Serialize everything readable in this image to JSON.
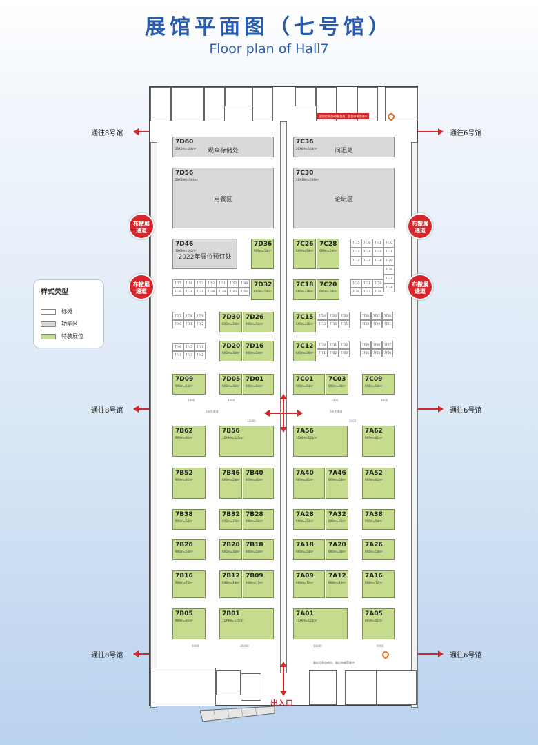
{
  "header": {
    "title_cn": "展馆平面图（七号馆）",
    "title_en": "Floor plan of Hall7"
  },
  "colors": {
    "accent": "#2a5db0",
    "special_booth": "#c5dc8e",
    "function_area": "#d9d9d9",
    "arrow": "#d6262b"
  },
  "links": {
    "to_hall8": "通往8号馆",
    "to_hall6": "通往6号馆"
  },
  "badges": {
    "setup_channel": "布撤展\n通道"
  },
  "legend": {
    "title": "样式类型",
    "items": [
      {
        "label": "标摊",
        "color": "#ffffff"
      },
      {
        "label": "功能区",
        "color": "#d9d9d9"
      },
      {
        "label": "特装展位",
        "color": "#c5dc8e"
      }
    ]
  },
  "exit_label": "出入口",
  "top_notice": "展位信息咨询/服务处，展位申请受理中",
  "bottom_notice": "展位信息咨询台，展位申请受理中",
  "aisles": {
    "main": "5m主通道",
    "dim_12000": "12000",
    "dim_3000": "3000",
    "dim_4000": "4000",
    "dim_1000": "1000",
    "dim_15000": "15000",
    "dim_9000": "9000"
  },
  "function_areas": [
    {
      "code": "7D60",
      "size": "26X6m=168m²",
      "name": "观众存储处"
    },
    {
      "code": "7C36",
      "size": "26X6m=168m²",
      "name": "问迅处"
    },
    {
      "code": "7D56",
      "size": "28X18m=504m²",
      "name": "用餐区"
    },
    {
      "code": "7C30",
      "size": "28X18m=504m²",
      "name": "论坛区"
    },
    {
      "code": "7D46",
      "size": "18X9m=162m²",
      "name": "2022年展位预订处"
    }
  ],
  "special_booths": [
    {
      "code": "7D36",
      "size": "9X6m=54m²"
    },
    {
      "code": "7C26",
      "size": "6X9m=54m²"
    },
    {
      "code": "7C28",
      "size": "6X9m=54m²"
    },
    {
      "code": "7D32",
      "size": "6X9m=54m²"
    },
    {
      "code": "7C18",
      "size": "6X6m=36m²"
    },
    {
      "code": "7C20",
      "size": "6X6m=36m²"
    },
    {
      "code": "7D30",
      "size": "6X6m=36m²"
    },
    {
      "code": "7D26",
      "size": "9X6m=54m²"
    },
    {
      "code": "7C15",
      "size": "6X6m=36m²"
    },
    {
      "code": "7D20",
      "size": "6X6m=36m²"
    },
    {
      "code": "7D16",
      "size": "9X6m=54m²"
    },
    {
      "code": "7C12",
      "size": "6X6m=36m²"
    },
    {
      "code": "7D09",
      "size": "9X6m=54m²"
    },
    {
      "code": "7D05",
      "size": "6X6m=36m²"
    },
    {
      "code": "7D01",
      "size": "9X6m=54m²"
    },
    {
      "code": "7C01",
      "size": "9X6m=54m²"
    },
    {
      "code": "7C03",
      "size": "6X6m=36m²"
    },
    {
      "code": "7C09",
      "size": "9X6m=54m²"
    },
    {
      "code": "7B62",
      "size": "9X9m=81m²"
    },
    {
      "code": "7B56",
      "size": "15X9m=135m²"
    },
    {
      "code": "7A56",
      "size": "15X9m=135m²"
    },
    {
      "code": "7A62",
      "size": "9X9m=81m²"
    },
    {
      "code": "7B52",
      "size": "9X9m=81m²"
    },
    {
      "code": "7B46",
      "size": "6X9m=54m²"
    },
    {
      "code": "7B40",
      "size": "9X9m=81m²"
    },
    {
      "code": "7A40",
      "size": "9X9m=81m²"
    },
    {
      "code": "7A46",
      "size": "6X9m=54m²"
    },
    {
      "code": "7A52",
      "size": "9X9m=81m²"
    },
    {
      "code": "7B38",
      "size": "9X6m=54m²"
    },
    {
      "code": "7B32",
      "size": "6X6m=36m²"
    },
    {
      "code": "7B28",
      "size": "9X6m=54m²"
    },
    {
      "code": "7A28",
      "size": "9X6m=54m²"
    },
    {
      "code": "7A32",
      "size": "6X6m=36m²"
    },
    {
      "code": "7A38",
      "size": "9X6m=54m²"
    },
    {
      "code": "7B26",
      "size": "9X6m=54m²"
    },
    {
      "code": "7B20",
      "size": "6X6m=36m²"
    },
    {
      "code": "7B18",
      "size": "9X6m=54m²"
    },
    {
      "code": "7A18",
      "size": "9X6m=54m²"
    },
    {
      "code": "7A20",
      "size": "6X6m=36m²"
    },
    {
      "code": "7A26",
      "size": "9X6m=54m²"
    },
    {
      "code": "7B16",
      "size": "9X8m=72m²"
    },
    {
      "code": "7B12",
      "size": "6X8m=48m²"
    },
    {
      "code": "7B09",
      "size": "9X8m=72m²"
    },
    {
      "code": "7A09",
      "size": "9X8m=72m²"
    },
    {
      "code": "7A12",
      "size": "6X8m=48m²"
    },
    {
      "code": "7A16",
      "size": "9X8m=72m²"
    },
    {
      "code": "7B05",
      "size": "9X9m=81m²"
    },
    {
      "code": "7B01",
      "size": "15X9m=135m²"
    },
    {
      "code": "7A01",
      "size": "15X9m=135m²"
    },
    {
      "code": "7A05",
      "size": "9X9m=81m²"
    }
  ],
  "standard_booths": {
    "d_row1": [
      "7F55",
      "7F56",
      "7F53",
      "7F52",
      "7F51",
      "7F50",
      "7F49"
    ],
    "d_row2": [
      "7F36",
      "7F34",
      "7F37",
      "7F38",
      "7F39",
      "7F40",
      "7F54"
    ],
    "d_row3": [
      "7F57",
      "7F58",
      "7F59"
    ],
    "d_row4": [
      "7F60",
      "7F61",
      "7F62"
    ],
    "d_row5": [
      "7F46",
      "7F45",
      "7F47"
    ],
    "d_row6": [
      "7F44",
      "7F43",
      "7F42"
    ],
    "c_grid1": [
      "7F35",
      "7F36",
      "7F41",
      "7F33",
      "7F34",
      "7F39",
      "7F32",
      "7F37",
      "7F38"
    ],
    "c_grid2": [
      "7F30",
      "7F31",
      "7F29",
      "7F26",
      "7F27",
      "7F28"
    ],
    "c_mid1": [
      "7F24",
      "7F25",
      "7F23",
      "7F13",
      "7F14",
      "7F15"
    ],
    "c_mid1r": [
      "7F18",
      "7F17",
      "7F16",
      "7F19",
      "7F20",
      "7F21"
    ],
    "c_mid2": [
      "7F10",
      "7F11",
      "7F12",
      "7F01",
      "7F02",
      "7F03"
    ],
    "c_mid2r": [
      "7F09",
      "7F08",
      "7F07",
      "7F04",
      "7F05",
      "7F06"
    ]
  }
}
